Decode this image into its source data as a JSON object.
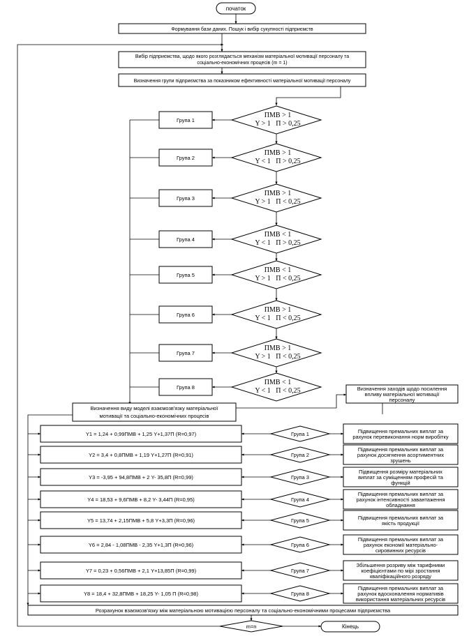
{
  "start": "початок",
  "end": "Кінець",
  "step1": "Формування бази даних. Пошук і вибір сукупності підприємств",
  "step2": [
    "Вибір підприємства, щодо якого розглядається механізм матеріальної мотивації персоналу та",
    "соціально-економічних процесів (m = 1)"
  ],
  "step3": "Визначення групи підприємства за показником ефективності матеріальної мотивації персоналу",
  "groups": [
    "Група 1",
    "Група 2",
    "Група 3",
    "Група 4",
    "Група 5",
    "Група 6",
    "Група 7",
    "Група 8"
  ],
  "conditions": [
    [
      "ПМВ > 1",
      "Y > 1   П > 0,25"
    ],
    [
      "ПМВ > 1",
      "Y < 1   П > 0,25"
    ],
    [
      "ПМВ > 1",
      "Y > 1   П < 0,25"
    ],
    [
      "ПМВ < 1",
      "Y < 1   П > 0,25"
    ],
    [
      "ПМВ < 1",
      "Y > 1   П < 0,25"
    ],
    [
      "ПМВ > 1",
      "Y < 1   П < 0,25"
    ],
    [
      "ПМВ > 1",
      "Y > 1   П < 0,25"
    ],
    [
      "ПМВ < 1",
      "Y < 1   П < 0,25"
    ]
  ],
  "model_box": [
    "Визначення виду моделі взаємозв'язку матеріальної",
    "мотивації та соціально-економічних процесів"
  ],
  "measures_box": [
    "Визначення заходів щодо посилення",
    "впливу матеріальної мотивації",
    "персоналу"
  ],
  "equations": [
    "Y1 = 1,24 + 0,99ПМВ + 1,25 Y+1,37П     (R=0,97)",
    "Y2 = 3,4 + 0,8ПМВ + 1,19 Y+1,27П     (R=0,91)",
    "Y3 = -3,95 + 94,8ПМВ + 2 Y- 35,8П     (R=0,99)",
    "Y4 = 18,53 + 9,6ПМВ + 8,2 Y- 3,44П     (R=0,95)",
    "Y5 = 13,74 + 2,15ПМВ + 5,8 Y+3,3П     (R=0,96)",
    "Y6 = 2,84 - 1,08ПМВ - 2,35 Y+1,3П     (R=0,96)",
    "Y7 = 0,23 + 0,56ПМВ +  2,1 Y+13,85П     (R=0,99)",
    "Y8 = 18,4 + 32,8ПМВ + 18,25 Y- 1,05 П     (R=0,98)"
  ],
  "measures": [
    [
      "Підвищення премальних виплат за",
      "рахунок перевиконання норм виробітку"
    ],
    [
      "Підвищення премальних виплат за",
      "рахунок досягнення асортиментних",
      "зрушень"
    ],
    [
      "Підвищення розміру матеріальних",
      "виплат за суміщенням професій та",
      "функцій"
    ],
    [
      "Підвищення премальних виплат за",
      "рахунок інтенсивності завантаження",
      "обладнання"
    ],
    [
      "Підвищення премальних виплат за",
      "якість продукції"
    ],
    [
      "Підвищення премальних виплат за",
      "рахунок економії матеріально-",
      "сировинних ресурсів"
    ],
    [
      "Збільшення розриву між тарифними",
      "коефіцієнтами по мірі зростання",
      "кваліфікаційного розряду"
    ],
    [
      "Підвищення премальних виплат за",
      "рахунок вдосконалення нормативів",
      "використання матеріальних ресурсів"
    ]
  ],
  "calc_box": "Розрахунок взаємозв'язку між матеріальною мотивацією персоналу та соціально-економічними процесами підприємства",
  "check": "m=n"
}
